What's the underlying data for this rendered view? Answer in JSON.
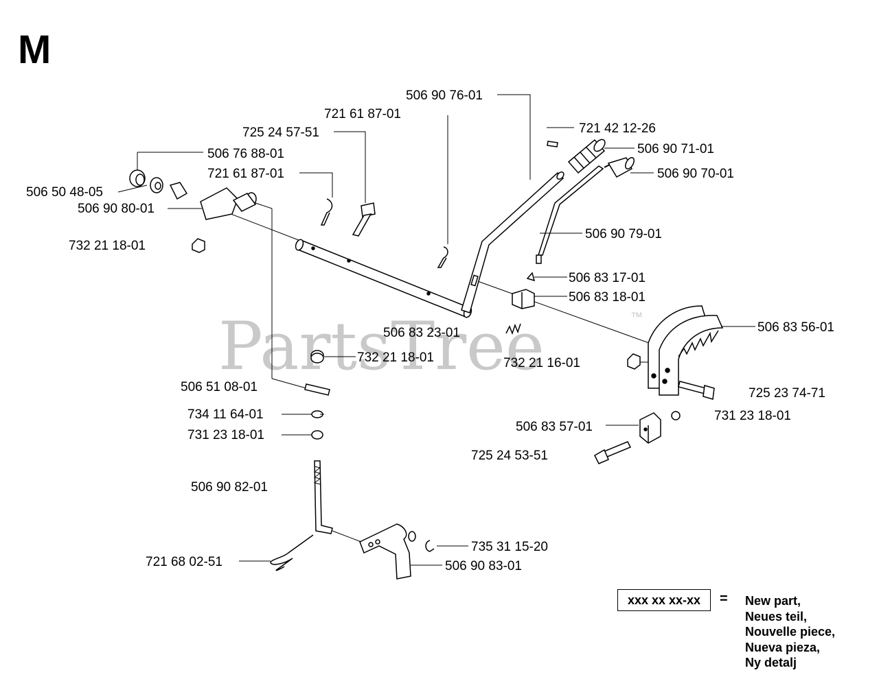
{
  "section_letter": "M",
  "watermark": {
    "brand": "PartsTree",
    "trademark": "™"
  },
  "part_numbers": {
    "p1": "506 90 76-01",
    "p2": "721 61 87-01",
    "p3": "725 24 57-51",
    "p4": "721 42 12-26",
    "p5": "506 76 88-01",
    "p6": "506 90 71-01",
    "p7": "721 61 87-01",
    "p8": "506 90 70-01",
    "p9": "506 50 48-05",
    "p10": "506 90 80-01",
    "p11": "506 90 79-01",
    "p12": "732 21 18-01",
    "p13": "506 83 17-01",
    "p14": "506 83 18-01",
    "p15": "506 83 23-01",
    "p16": "506 83 56-01",
    "p17": "732 21 18-01",
    "p18": "732 21 16-01",
    "p19": "506 51 08-01",
    "p20": "725 23 74-71",
    "p21": "734 11 64-01",
    "p22": "731 23 18-01",
    "p23": "731 23 18-01",
    "p24": "506 83 57-01",
    "p25": "725 24 53-51",
    "p26": "506 90 82-01",
    "p27": "735 31 15-20",
    "p28": "721 68 02-51",
    "p29": "506 90 83-01"
  },
  "legend": {
    "code": "xxx xx xx-xx",
    "equals": "=",
    "lines": [
      "New part,",
      "Neues teil,",
      "Nouvelle piece,",
      "Nueva pieza,",
      "Ny detalj"
    ]
  }
}
